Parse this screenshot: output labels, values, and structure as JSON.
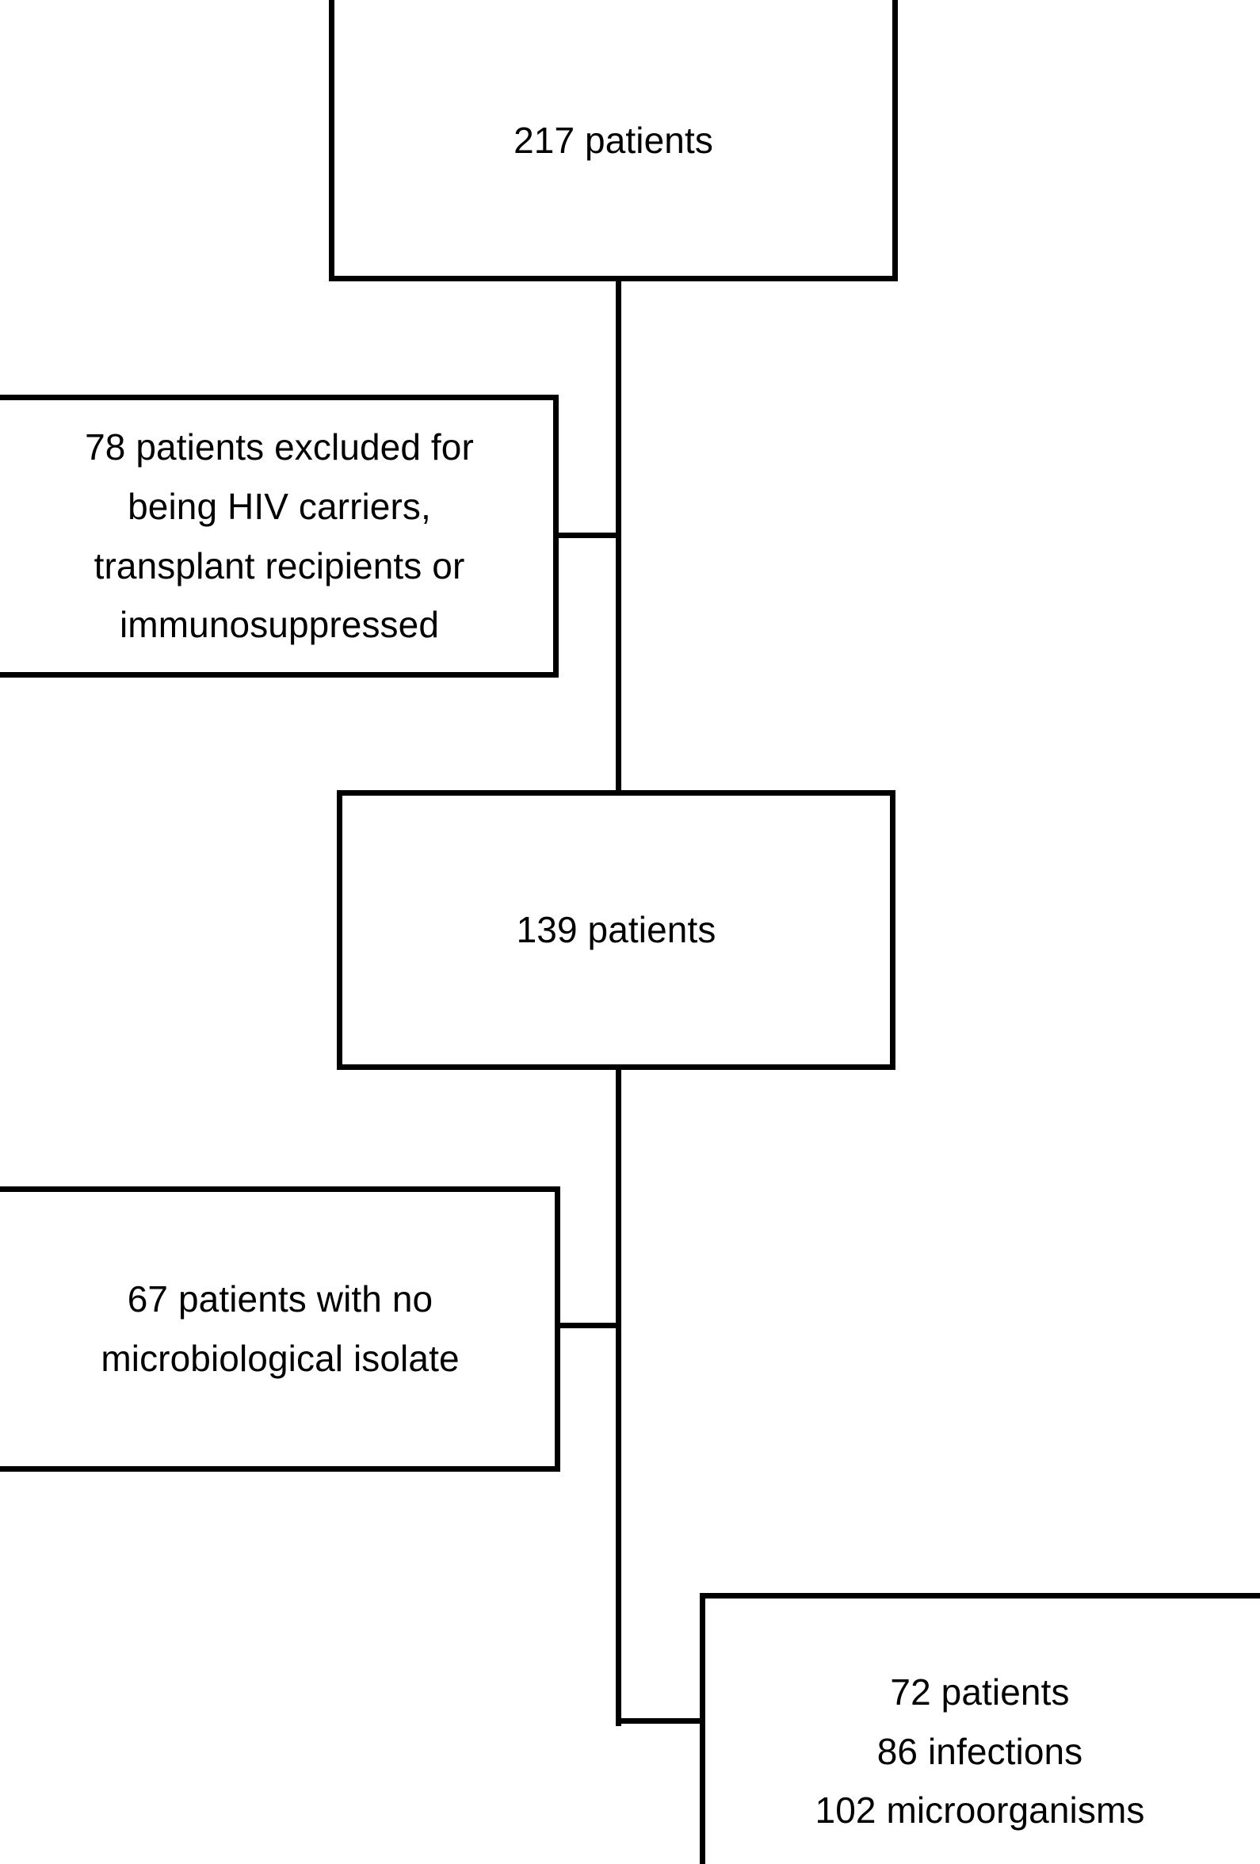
{
  "figure": {
    "type": "flowchart",
    "orientation": "vertical",
    "colors": {
      "background": "#ffffff",
      "box_border": "#000000",
      "box_fill": "#ffffff",
      "connector": "#000000",
      "text": "#000000"
    }
  },
  "nodes": [
    {
      "id": "total",
      "label": "217 patients",
      "count": 217,
      "unit": "patients",
      "role": "enrolled"
    },
    {
      "id": "excluded",
      "label": "78 patients excluded for\nbeing HIV carriers,\ntransplant recipients or\nimmunosuppressed",
      "count": 78,
      "unit": "patients",
      "role": "excluded"
    },
    {
      "id": "remaining",
      "label": "139 patients",
      "count": 139,
      "unit": "patients",
      "role": "eligible"
    },
    {
      "id": "no-isolate",
      "label": "67 patients with no\nmicrobiological isolate",
      "count": 67,
      "unit": "patients",
      "role": "excluded"
    },
    {
      "id": "final",
      "label": "72 patients\n86 infections\n102 microorganisms",
      "counts": {
        "patients": 72,
        "infections": 86,
        "microorganisms": 102
      },
      "role": "analysed"
    }
  ],
  "edges": [
    {
      "from": "total",
      "to": "remaining",
      "kind": "main-vertical"
    },
    {
      "from": "total",
      "to": "excluded",
      "kind": "branch-left"
    },
    {
      "from": "remaining",
      "to": "final",
      "kind": "main-vertical"
    },
    {
      "from": "remaining",
      "to": "no-isolate",
      "kind": "branch-left"
    }
  ]
}
